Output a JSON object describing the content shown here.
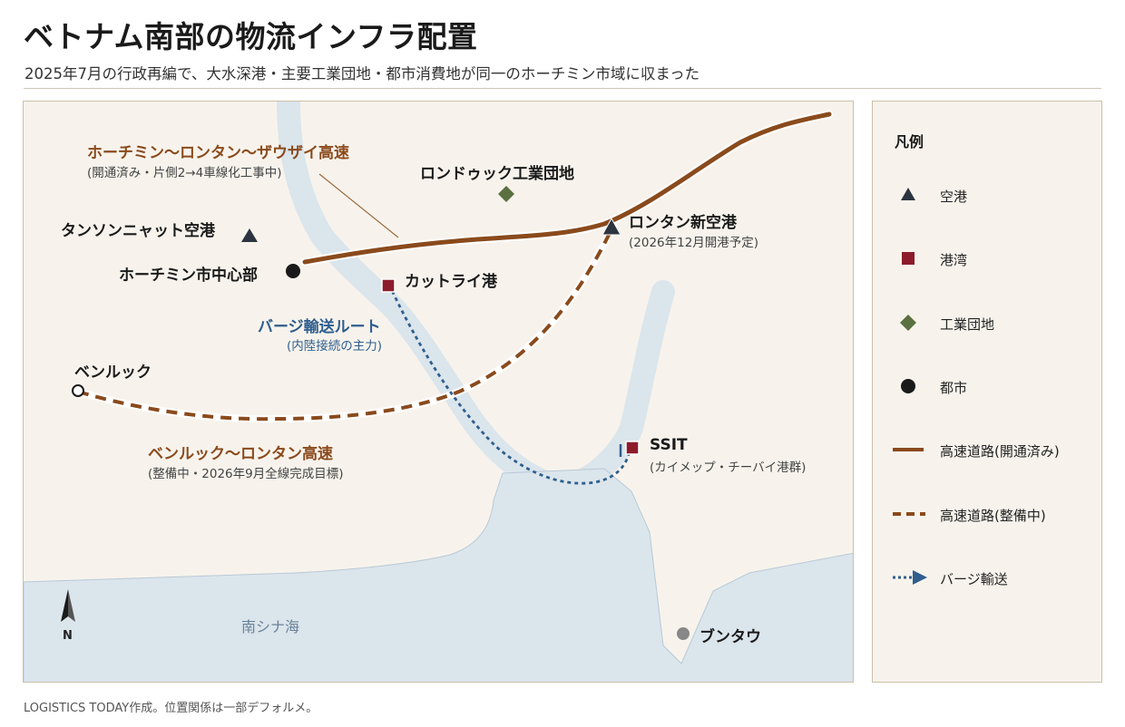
{
  "title": "ベトナム南部の物流インフラ配置",
  "subtitle": "2025年7月の行政再編で、大水深港・主要工業団地・都市消費地が同一のホーチミン市域に収まった",
  "footer": "LOGISTICS TODAY作成。位置関係は一部デフォルメ。",
  "colors": {
    "highway": "#8a4a1c",
    "barge": "#2f5e8e",
    "port": "#8c1c2c",
    "airport": "#2c3440",
    "industrial": "#5b7040",
    "city": "#1a1a1a",
    "water": "#dbe5ec",
    "land": "#f7f3ec"
  },
  "map": {
    "places": {
      "hcmc": "ホーチミン市中心部",
      "tan_son_nhat": "タンソンニャット空港",
      "long_thanh": "ロンタン新空港",
      "long_thanh_note": "(2026年12月開港予定)",
      "loc_an": "ロンドゥック工業団地",
      "cat_lai": "カットライ港",
      "ssit": "SSIT",
      "ssit_note": "(カイメップ・チーバイ港群)",
      "ben_luc": "ベンルック",
      "vung_tau": "ブンタウ",
      "sea": "南シナ海"
    },
    "routes": {
      "hcm_lt_dg": "ホーチミン〜ロンタン〜ザウザイ高速",
      "hcm_lt_dg_note": "(開通済み・片側2→4車線化工事中)",
      "bl_lt": "ベンルック〜ロンタン高速",
      "bl_lt_note": "(整備中・2026年9月全線完成目標)",
      "barge": "バージ輸送ルート",
      "barge_note": "(内陸接続の主力)"
    },
    "north_label": "N"
  },
  "legend": {
    "title": "凡例",
    "items": [
      {
        "icon": "airport-triangle-icon",
        "label": "空港"
      },
      {
        "icon": "port-square-icon",
        "label": "港湾"
      },
      {
        "icon": "industrial-diamond-icon",
        "label": "工業団地"
      },
      {
        "icon": "city-circle-icon",
        "label": "都市"
      },
      {
        "icon": "highway-solid-line-icon",
        "label": "高速道路(開通済み)"
      },
      {
        "icon": "highway-dashed-line-icon",
        "label": "高速道路(整備中)"
      },
      {
        "icon": "barge-arrow-icon",
        "label": "バージ輸送"
      }
    ]
  }
}
